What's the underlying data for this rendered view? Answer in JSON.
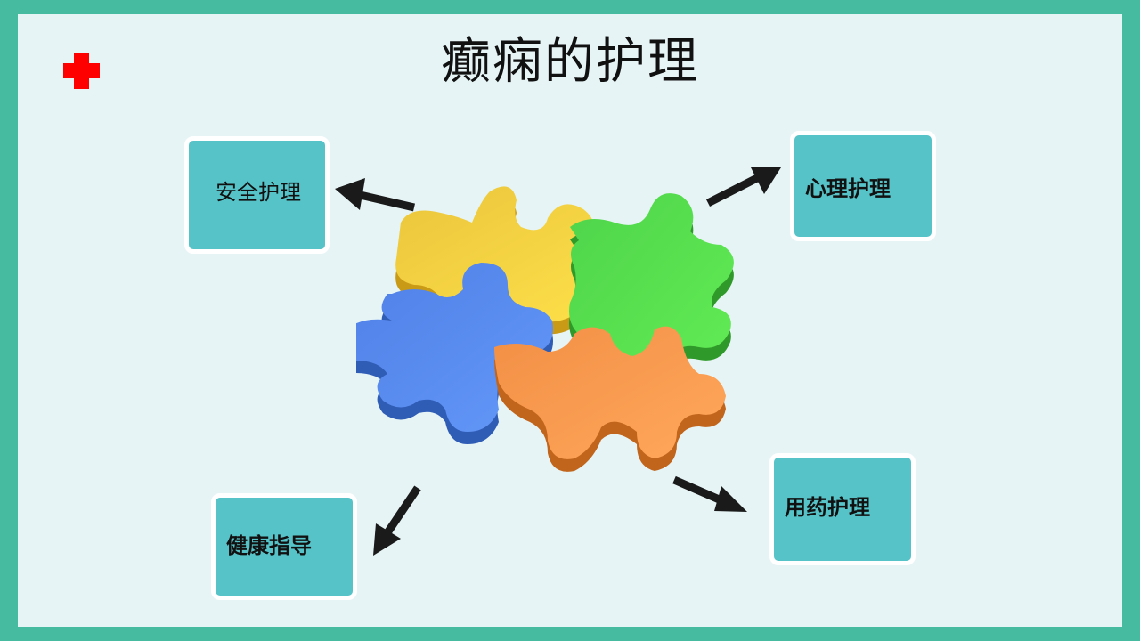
{
  "slide": {
    "title": "癫痫的护理",
    "logo_icon": "red-cross-icon",
    "colors": {
      "frame": "#46BBA0",
      "background": "#E6F4F5",
      "box_fill": "#56C3C8",
      "box_border": "#FFFFFF",
      "cross": "#FF0000",
      "arrow": "#1A1A1A"
    }
  },
  "diagram": {
    "center": {
      "icon": "puzzle-pieces-icon",
      "pieces": [
        {
          "name": "yellow",
          "color": "#F2CF3E"
        },
        {
          "name": "green",
          "color": "#55DD4E"
        },
        {
          "name": "blue",
          "color": "#5A8CF0"
        },
        {
          "name": "orange",
          "color": "#F7994D"
        }
      ]
    },
    "nodes": [
      {
        "id": "safety",
        "label": "安全护理",
        "position": "top-left"
      },
      {
        "id": "psychological",
        "label": "心理护理",
        "position": "top-right"
      },
      {
        "id": "health-guidance",
        "label": "健康指导",
        "position": "bottom-left"
      },
      {
        "id": "medication",
        "label": "用药护理",
        "position": "bottom-right"
      }
    ]
  }
}
